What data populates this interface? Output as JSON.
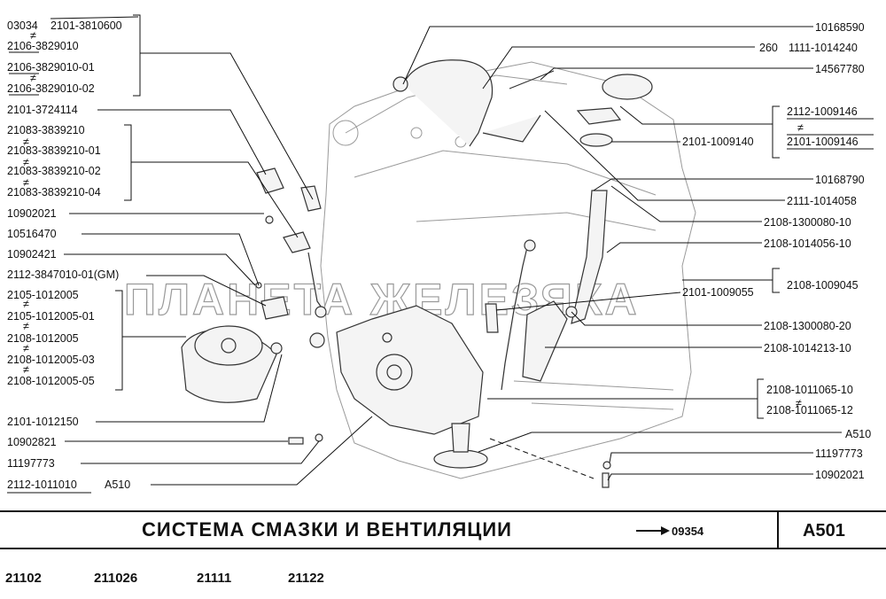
{
  "left_labels": [
    "03034",
    "2101-3810600",
    "2106-3829010",
    "2106-3829010-01",
    "2106-3829010-02",
    "2101-3724114",
    "21083-3839210",
    "21083-3839210-01",
    "21083-3839210-02",
    "21083-3839210-04",
    "10902021",
    "10516470",
    "10902421",
    "2112-3847010-01(GM)",
    "2105-1012005",
    "2105-1012005-01",
    "2108-1012005",
    "2108-1012005-03",
    "2108-1012005-05",
    "2101-1012150",
    "10902821",
    "11197773",
    "2112-1011010",
    "A510"
  ],
  "right_labels": [
    "10168590",
    "260",
    "1111-1014240",
    "14567780",
    "2112-1009146",
    "2101-1009140",
    "2101-1009146",
    "10168790",
    "2111-1014058",
    "2108-1300080-10",
    "2108-1014056-10",
    "2108-1009045",
    "2101-1009055",
    "2108-1300080-20",
    "2108-1014213-10",
    "2108-1011065-10",
    "2108-1011065-12",
    "A510",
    "11197773",
    "10902021"
  ],
  "watermark": "ПЛАНЕТА ЖЕЛЕЗЯКА",
  "footer": {
    "title": "СИСТЕМА СМАЗКИ И ВЕНТИЛЯЦИИ",
    "ref_code": "09354",
    "section_code": "A501",
    "models": [
      "21102",
      "211026",
      "21111",
      "21122"
    ]
  }
}
